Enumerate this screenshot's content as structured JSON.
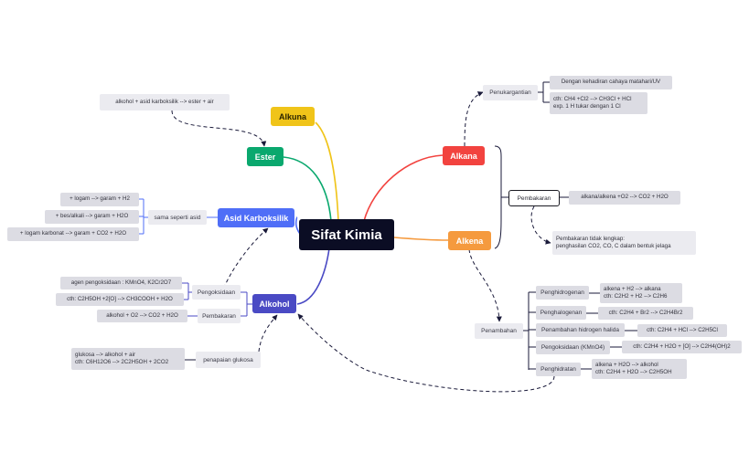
{
  "center": {
    "label": "Sifat Kimia"
  },
  "main": {
    "alkuna": "Alkuna",
    "ester": "Ester",
    "asid": "Asid Karboksilik",
    "alkohol": "Alkohol",
    "alkana": "Alkana",
    "alkena": "Alkena"
  },
  "colors": {
    "alkuna": "#f0c419",
    "ester": "#0aa86e",
    "asid": "#4f6ef7",
    "alkohol": "#4a4ac4",
    "alkana": "#f2433f",
    "alkena": "#f59a3e"
  },
  "ester": {
    "leaf": "alkohol + asid karboksilik --> ester + air"
  },
  "asid": {
    "sub": "sama seperti asid",
    "leaves": [
      "+ logam --> garam + H2",
      "+ bes/alkali --> garam + H2O",
      "+ logam karbonat --> garam + CO2 + H2O"
    ]
  },
  "alkohol": {
    "pengoksidaan": "Pengoksidaan",
    "pengoksidaan_leaves": [
      "agen pengoksidaan : KMnO4, K2Cr2O7",
      "cth: C2H5OH +2[O] --> CH3COOH + H2O"
    ],
    "pembakaran": "Pembakaran",
    "pembakaran_leaf": "alkohol + O2 --> CO2 + H2O",
    "penapaian": "penapaian glukosa",
    "penapaian_leaf": [
      "glukosa --> alkohol + air",
      "cth: C6H12O6 --> 2C2H5OH + 2CO2"
    ]
  },
  "alkana": {
    "penukargantian": "Penukargantian",
    "penukargantian_leaf1": "Dengan kehadiran cahaya matahari/UV",
    "penukargantian_leaf2": [
      "cth: CH4 +Cl2 --> CH3Cl + HCl",
      "exp. 1 H tukar dengan 1 Cl"
    ]
  },
  "pembakaran": {
    "label": "Pembakaran",
    "leaf1": "alkana/alkena +O2 --> CO2 + H2O",
    "leaf2": [
      "Pembakaran tidak lengkap:",
      "penghasilan CO2, CO, C dalam bentuk jelaga"
    ]
  },
  "alkena": {
    "penambahan": "Penambahan",
    "items": [
      {
        "label": "Penghidrogenan",
        "leaf": [
          "alkena + H2 --> alkana",
          "cth: C2H2 + H2 --> C2H6"
        ]
      },
      {
        "label": "Penghalogenan",
        "leaf": [
          "cth: C2H4 + Br2 --> C2H4Br2"
        ]
      },
      {
        "label": "Penambahan hidrogen halida",
        "leaf": [
          "cth: C2H4 + HCl --> C2H5Cl"
        ]
      },
      {
        "label": "Pengoksidaan (KMnO4)",
        "leaf": [
          "cth: C2H4 + H2O + [O] --> C2H4(OH)2"
        ]
      },
      {
        "label": "Penghidratan",
        "leaf": [
          "alkena + H2O --> alkohol",
          "cth: C2H4 + H2O --> C2H5OH"
        ]
      }
    ]
  }
}
